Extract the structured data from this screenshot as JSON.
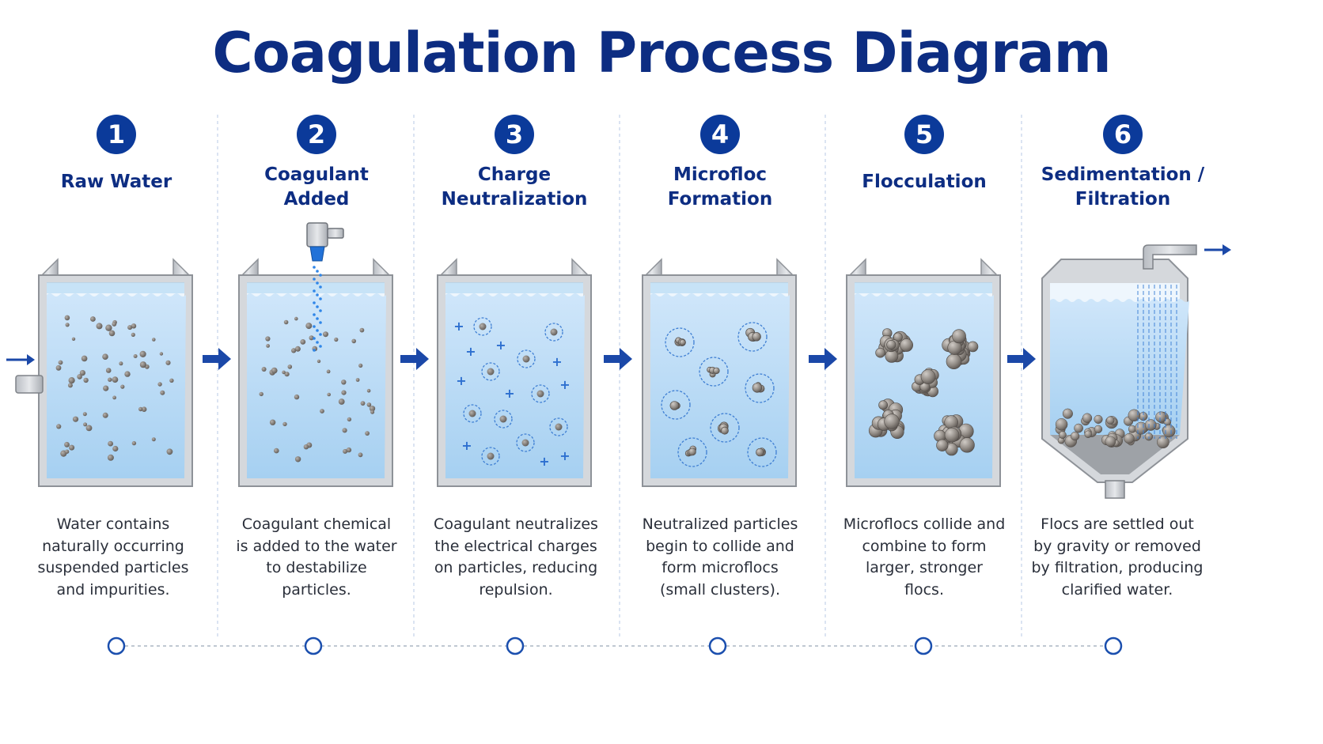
{
  "title": "Coagulation Process Diagram",
  "colors": {
    "title": "#0d2d82",
    "number_badge": "#0b3a9a",
    "arrow": "#1b48a8",
    "water": "#b9dbf5",
    "tank_wall": "#c9ccd1",
    "particle": "#6f6a66",
    "text": "#2a2f3a"
  },
  "stages": [
    {
      "number": "1",
      "title": "Raw Water",
      "description": "Water contains\nnaturally occurring\nsuspended particles\nand impurities."
    },
    {
      "number": "2",
      "title": "Coagulant\nAdded",
      "description": "Coagulant chemical\nis added to the water\nto destabilize\nparticles."
    },
    {
      "number": "3",
      "title": "Charge\nNeutralization",
      "description": "Coagulant neutralizes\nthe electrical charges\non particles, reducing\nrepulsion."
    },
    {
      "number": "4",
      "title": "Microfloc\nFormation",
      "description": "Neutralized particles\nbegin to collide and\nform microflocs\n(small clusters)."
    },
    {
      "number": "5",
      "title": "Flocculation",
      "description": "Microflocs collide and\ncombine to form\nlarger, stronger\nflocs."
    },
    {
      "number": "6",
      "title": "Sedimentation /\nFiltration",
      "description": "Flocs are settled out\nby gravity or removed\nby filtration, producing\nclarified water."
    }
  ],
  "icons": {
    "flow_arrow": "right-arrow-icon",
    "inlet_pipe": "pipe-icon",
    "dosing_nozzle": "nozzle-icon",
    "charge": "plus-icon",
    "timeline_node": "circle-node-icon"
  }
}
